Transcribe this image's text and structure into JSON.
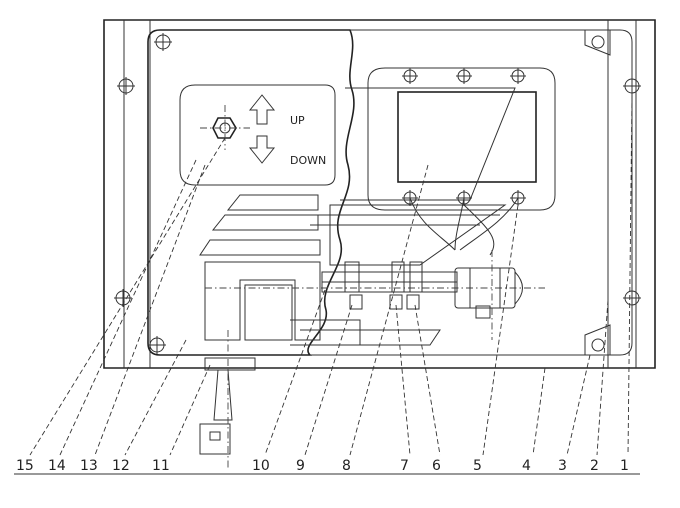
{
  "panel": {
    "up_label": "UP",
    "down_label": "DOWN"
  },
  "callouts": [
    "1",
    "2",
    "3",
    "4",
    "5",
    "6",
    "7",
    "8",
    "9",
    "10",
    "11",
    "12",
    "13",
    "14",
    "15"
  ]
}
